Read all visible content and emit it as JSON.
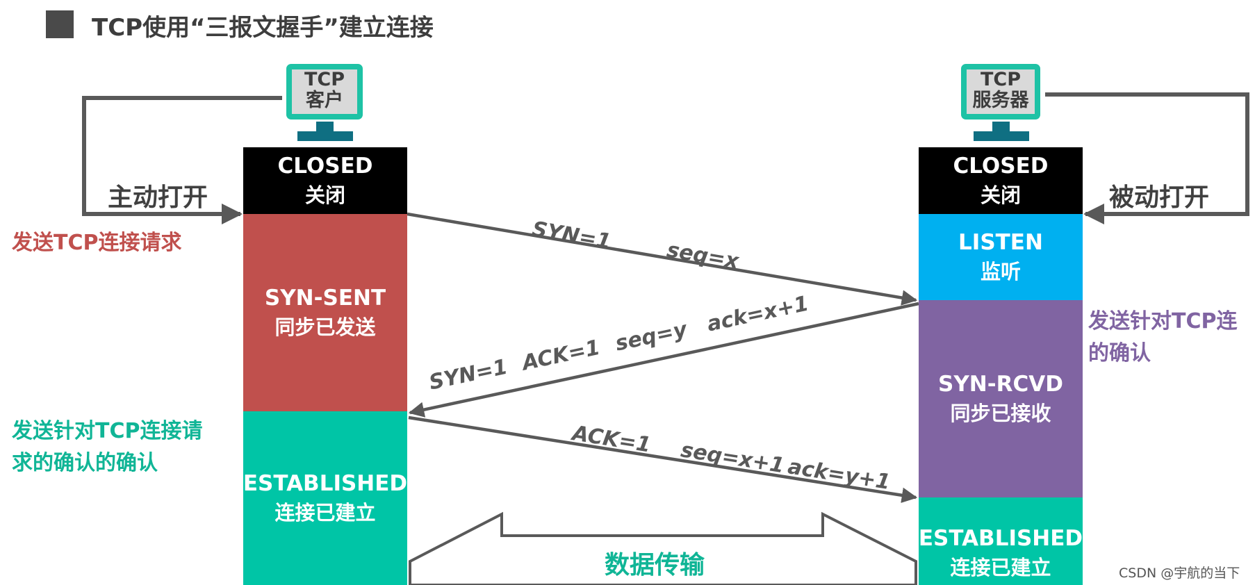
{
  "title": "TCP使用“三报文握手”建立连接",
  "client": {
    "label_line1": "TCP",
    "label_line2": "客户",
    "action": "主动打开",
    "states": {
      "closed": {
        "en": "CLOSED",
        "cn": "关闭"
      },
      "syn_sent": {
        "en": "SYN-SENT",
        "cn": "同步已发送"
      },
      "established": {
        "en": "ESTABLISHED",
        "cn": "连接已建立"
      }
    }
  },
  "server": {
    "label_line1": "TCP",
    "label_line2": "服务器",
    "action": "被动打开",
    "states": {
      "closed": {
        "en": "CLOSED",
        "cn": "关闭"
      },
      "listen": {
        "en": "LISTEN",
        "cn": "监听"
      },
      "syn_rcvd": {
        "en": "SYN-RCVD",
        "cn": "同步已接收"
      },
      "established": {
        "en": "ESTABLISHED",
        "cn": "连接已建立"
      }
    }
  },
  "notes": {
    "client_request": "发送TCP连接请求",
    "server_ack_line1": "发送针对TCP连",
    "server_ack_line2": "的确认",
    "client_ack_line1": "发送针对TCP连接请",
    "client_ack_line2": "求的确认的确认"
  },
  "messages": {
    "m1_syn": "SYN=1",
    "m1_seq": "seq=x",
    "m2_syn": "SYN=1",
    "m2_ack": "ACK=1",
    "m2_seq": "seq=y",
    "m2_ackno": "ack=x+1",
    "m3_ack": "ACK=1",
    "m3_seq": "seq=x+1",
    "m3_ackno": "ack=y+1"
  },
  "data_transfer": "数据传输",
  "watermark": "CSDN @宇航的当下",
  "colors": {
    "closed": "#000000",
    "syn_sent": "#c0504d",
    "listen": "#00b0f0",
    "syn_rcvd": "#8064a2",
    "established": "#00c5a6",
    "monitor": "#1ec2a5",
    "stand": "#0f6f82",
    "client_note": "#c0504d",
    "server_note": "#8064a2",
    "ack_note": "#10b596",
    "arrow": "#595959"
  }
}
